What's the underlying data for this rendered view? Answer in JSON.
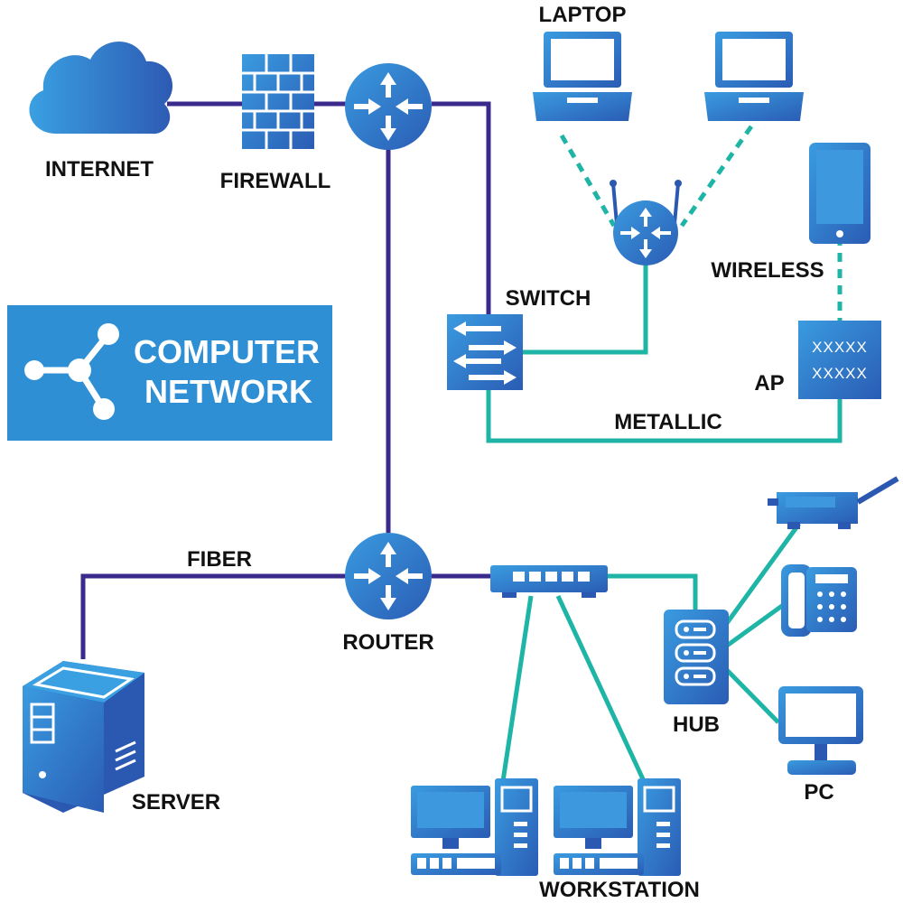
{
  "title": {
    "line1": "COMPUTER",
    "line2": "NETWORK"
  },
  "labels": {
    "internet": "INTERNET",
    "firewall": "FIREWALL",
    "laptop": "LAPTOP",
    "wireless": "WIRELESS",
    "switch": "SWITCH",
    "ap": "AP",
    "metallic": "METALLIC",
    "fiber": "FIBER",
    "router": "ROUTER",
    "hub": "HUB",
    "pc": "PC",
    "server": "SERVER",
    "workstation": "WORKSTATION"
  },
  "ap_device": {
    "line1": "XXXXX",
    "line2": "XXXXX"
  },
  "colors": {
    "fiber_line": "#3a2a8c",
    "metallic_line": "#1eb5a6",
    "device_blue": "#2f82c6",
    "device_dark": "#2b58b0",
    "title_bg": "#2f8fd4"
  }
}
